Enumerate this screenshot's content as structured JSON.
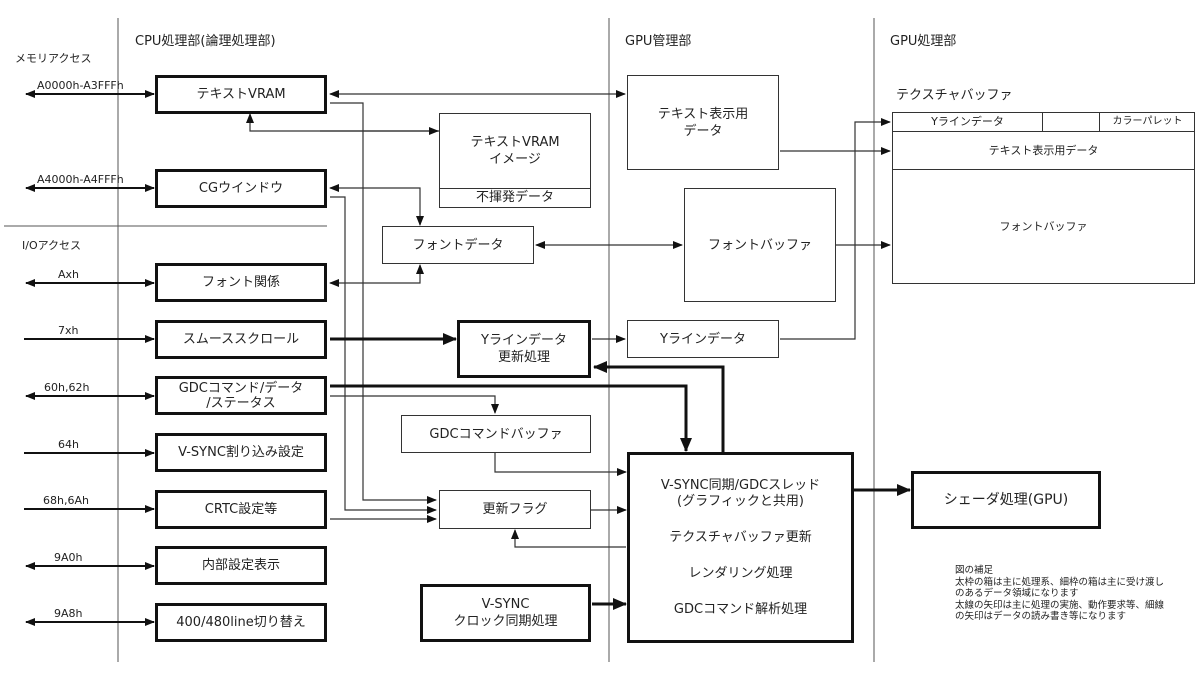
{
  "sections": {
    "cpu": "CPU処理部(論理処理部)",
    "gpu_mgmt": "GPU管理部",
    "gpu_proc": "GPU処理部"
  },
  "side_labels": {
    "memory_access": "メモリアクセス",
    "io_access": "I/Oアクセス"
  },
  "ports": [
    {
      "label": "A0000h-A3FFFh",
      "direction": "bidirectional",
      "target": "テキストVRAM"
    },
    {
      "label": "A4000h-A4FFFh",
      "direction": "bidirectional",
      "target": "CGウインドウ"
    },
    {
      "label": "Axh",
      "direction": "bidirectional",
      "target": "フォント関係"
    },
    {
      "label": "7xh",
      "direction": "in",
      "target": "スムーススクロール"
    },
    {
      "label": "60h,62h",
      "direction": "bidirectional",
      "target": "GDCコマンド/データ/ステータス"
    },
    {
      "label": "64h",
      "direction": "in",
      "target": "V-SYNC割り込み設定"
    },
    {
      "label": "68h,6Ah",
      "direction": "in",
      "target": "CRTC設定等"
    },
    {
      "label": "9A0h",
      "direction": "bidirectional",
      "target": "内部設定表示"
    },
    {
      "label": "9A8h",
      "direction": "bidirectional",
      "target": "400/480line切り替え"
    }
  ],
  "cpu_boxes": {
    "text_vram": "テキストVRAM",
    "cg_window": "CGウインドウ",
    "font_related": "フォント関係",
    "smooth_scroll": "スムーススクロール",
    "gdc_cmd_line1": "GDCコマンド/データ",
    "gdc_cmd_line2": "/ステータス",
    "vsync_irq": "V-SYNC割り込み設定",
    "crtc": "CRTC設定等",
    "internal_display": "内部設定表示",
    "line_switch": "400/480line切り替え"
  },
  "mid_boxes": {
    "text_vram_image_line1": "テキストVRAM",
    "text_vram_image_line2": "イメージ",
    "nonvolatile": "不揮発データ",
    "font_data": "フォントデータ",
    "yline_update_line1": "Yラインデータ",
    "yline_update_line2": "更新処理",
    "gdc_cmd_buffer": "GDCコマンドバッファ",
    "update_flag": "更新フラグ",
    "vsync_clock_line1": "V-SYNC",
    "vsync_clock_line2": "クロック同期処理"
  },
  "gpu_mgmt_boxes": {
    "text_display_line1": "テキスト表示用",
    "text_display_line2": "データ",
    "font_buffer": "フォントバッファ",
    "yline_data": "Yラインデータ",
    "vsync_thread": {
      "line1": "V-SYNC同期/GDCスレッド",
      "line2": "(グラフィックと共用)",
      "line3": "テクスチャバッファ更新",
      "line4": "レンダリング処理",
      "line5": "GDCコマンド解析処理"
    }
  },
  "gpu_proc": {
    "texture_buffer_title": "テクスチャバッファ",
    "yline_data": "Yラインデータ",
    "color_palette": "カラーパレット",
    "text_display_data": "テキスト表示用データ",
    "font_buffer": "フォントバッファ",
    "shader": "シェーダ処理(GPU)"
  },
  "legend_note": {
    "title": "図の補足",
    "lines": [
      "太枠の箱は主に処理系、細枠の箱は主に受け渡し",
      "のあるデータ領域になります",
      "太線の矢印は主に処理の実施、動作要求等、細線",
      "の矢印はデータの読み書き等になります"
    ]
  }
}
